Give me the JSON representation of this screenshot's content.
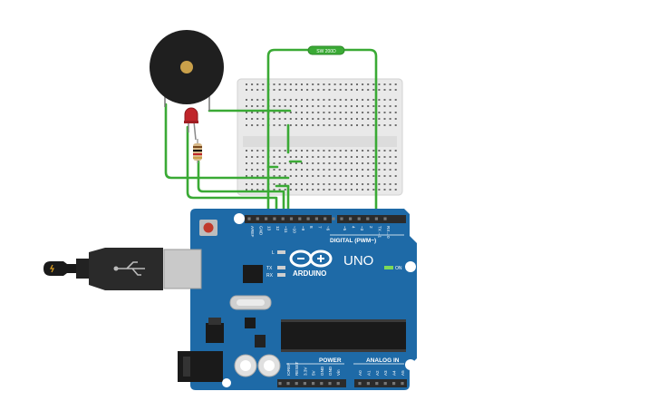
{
  "switch": {
    "label": "SW 200D"
  },
  "arduino": {
    "brand": "ARDUINO",
    "model": "UNO",
    "on_label": "ON",
    "led_l": "L",
    "led_tx": "TX",
    "led_rx": "RX",
    "digital_label": "DIGITAL (PWM~)",
    "power_label": "POWER",
    "analog_label": "ANALOG IN",
    "top_pins": [
      "AREF",
      "GND",
      "13",
      "12",
      "~11",
      "~10",
      "~9",
      "8",
      "7",
      "~6",
      "~5",
      "4",
      "~3",
      "2",
      "TX→1",
      "RX←0"
    ],
    "power_pins": [
      "IOREF",
      "RESET",
      "3.3V",
      "5V",
      "GND",
      "GND",
      "Vin"
    ],
    "analog_pins": [
      "A0",
      "A1",
      "A2",
      "A3",
      "A4",
      "A5"
    ]
  },
  "colors": {
    "wire": "#3aaa35",
    "board": "#1e6aa7",
    "board_dark": "#175b92",
    "header": "#2b2b2b",
    "breadboard": "#e6e6e6",
    "buzzer": "#1f1f1f",
    "led": "#c0252a",
    "usb": "#2a2a2a"
  }
}
